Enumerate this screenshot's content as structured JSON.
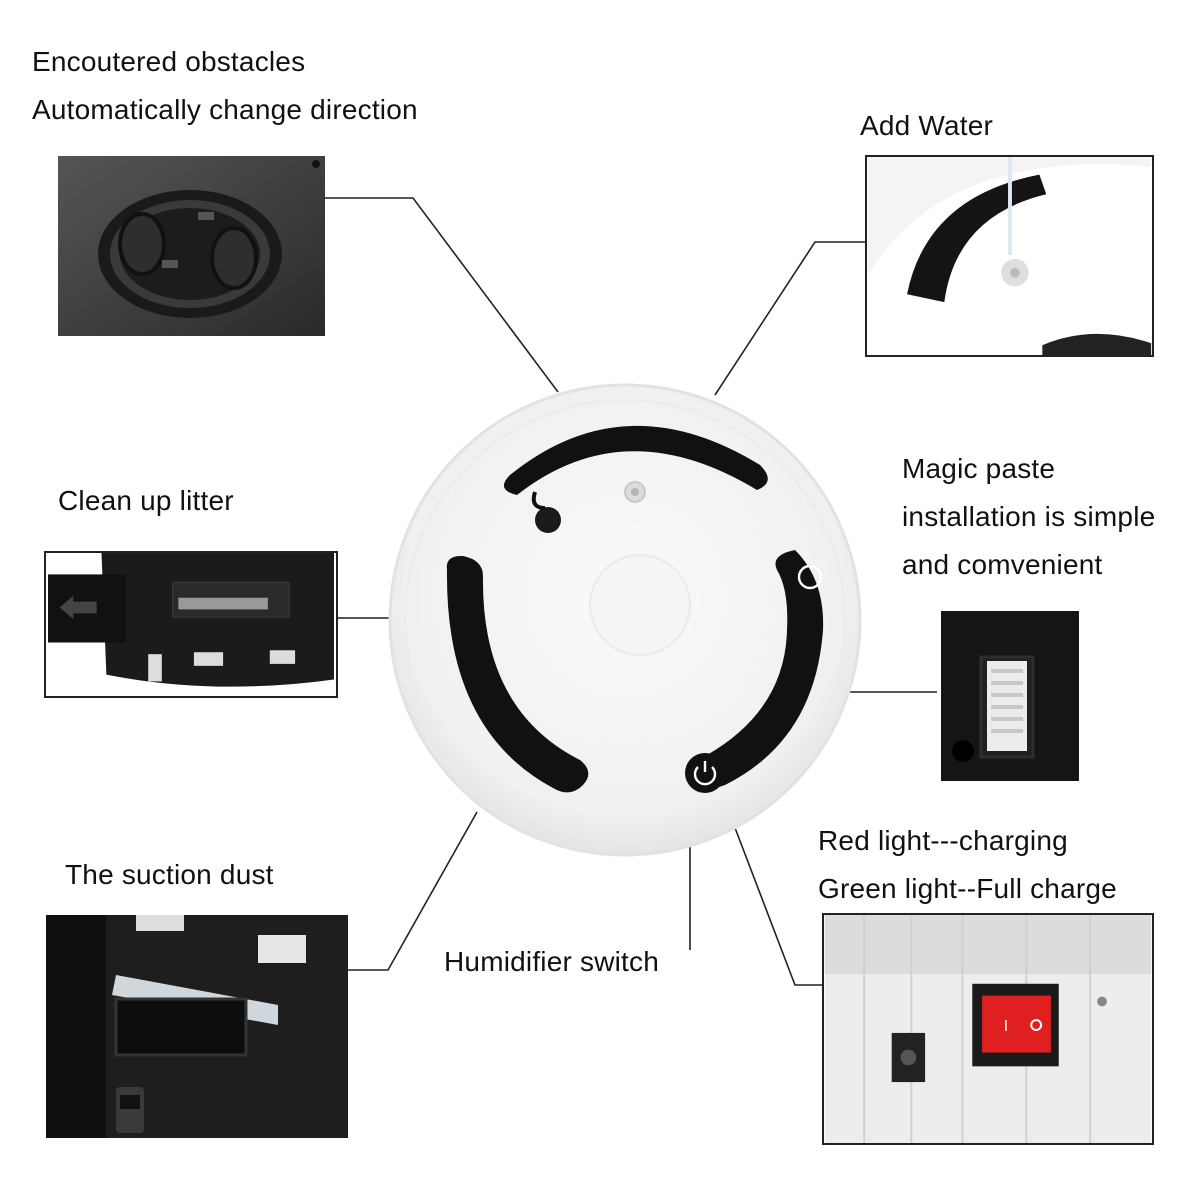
{
  "callouts": {
    "obstacles": {
      "line1": "Encoutered obstacles",
      "line2": "Automatically change direction"
    },
    "water": {
      "line1": "Add Water"
    },
    "litter": {
      "line1": "Clean up litter"
    },
    "magic": {
      "line1": "Magic paste",
      "line2": "installation is simple",
      "line3": "and comvenient"
    },
    "suction": {
      "line1": "The suction dust"
    },
    "switch": {
      "line1": "Humidifier switch"
    },
    "lights": {
      "line1": "Red light---charging",
      "line2": "Green light--Full charge"
    }
  },
  "colors": {
    "robot_body": "#f2f2f2",
    "arc_dark": "#111111",
    "switch_red": "#e02020",
    "leader_line": "#222222"
  },
  "icons": {
    "power": "power-icon",
    "drip": "water-drop-icon"
  }
}
